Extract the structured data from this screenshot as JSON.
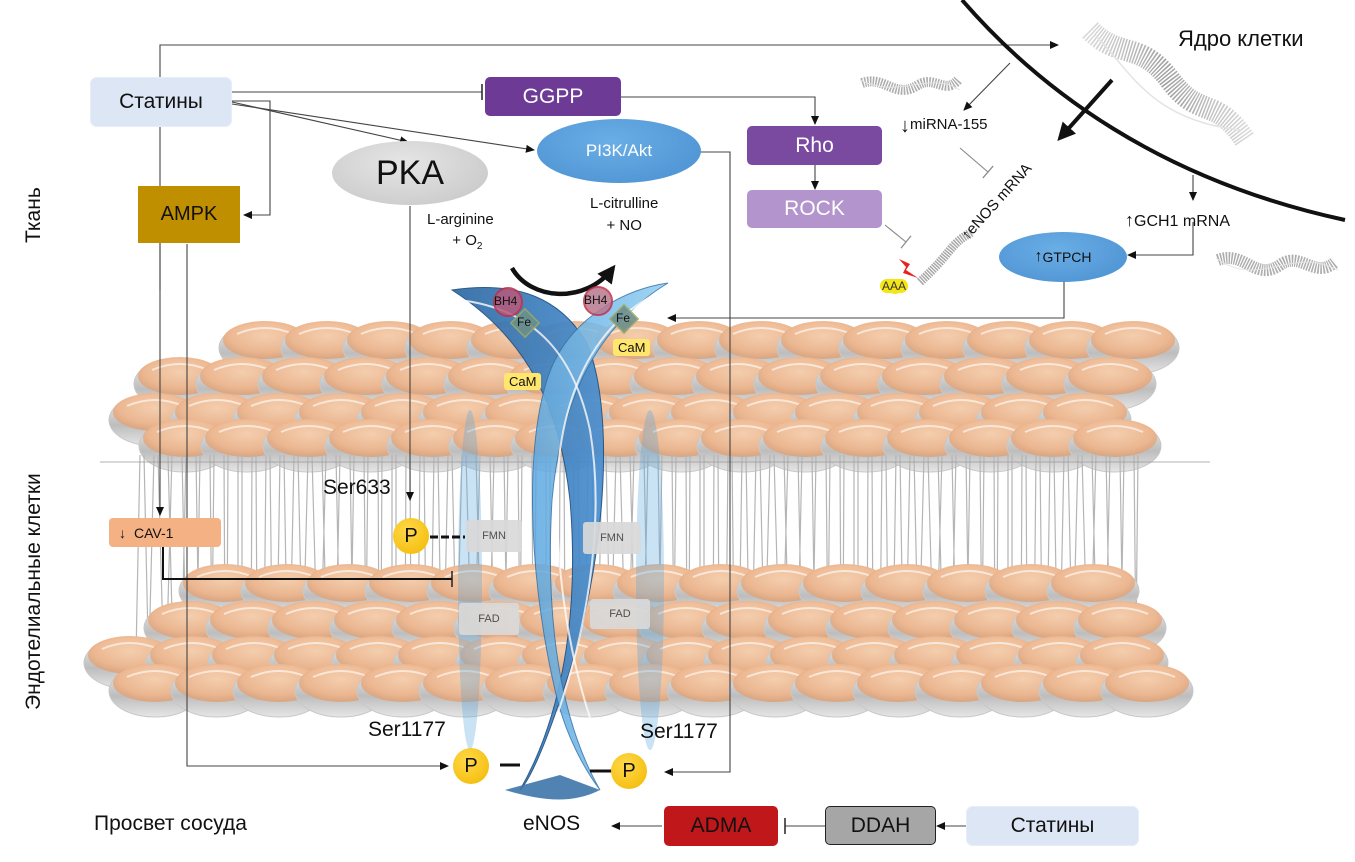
{
  "regions": {
    "tissue": "Ткань",
    "endothelial_cells": "Эндотелиальные клетки",
    "vessel_lumen": "Просвет сосуда",
    "cell_nucleus": "Ядро клетки"
  },
  "nodes": {
    "statins_top": "Статины",
    "ampk": "AMPK",
    "pka": "PKA",
    "ggpp": "GGPP",
    "pi3k_akt": "PI3K/Akt",
    "rho": "Rho",
    "rock": "ROCK",
    "mirna155": "miRNA-155",
    "enos_mrna": "eNOS mRNA",
    "gch1_mrna": "GCH1 mRNA",
    "gtpch": "GTPCH",
    "aaa": "AAA",
    "cav1": "CAV-1",
    "enos": "eNOS",
    "adma": "ADMA",
    "ddah": "DDAH",
    "statins_bottom": "Статины"
  },
  "reaction": {
    "substrate_line1": "L-arginine",
    "substrate_line2": "+ O",
    "substrate_sub": "2",
    "product_line1": "L-citrulline",
    "product_line2": "+ NO"
  },
  "enzyme": {
    "bh4": "BH4",
    "fe": "Fe",
    "cam": "CaM",
    "fmn": "FMN",
    "fad": "FAD",
    "phospho": "P",
    "ser633": "Ser633",
    "ser1177_left": "Ser1177",
    "ser1177_right": "Ser1177"
  },
  "indicators": {
    "down": "↓",
    "up": "↑"
  },
  "colors": {
    "ampk": "#bf8f00",
    "ggpp": "#6d3b96",
    "rho": "#7a4aa0",
    "rock": "#b394cc",
    "pi3k": "#4a8fd0",
    "statins": "#dde6f4",
    "cav1": "#f4b183",
    "adma": "#c0171b",
    "ddah": "#a6a6a6",
    "phosphate": "#f2b800",
    "cam": "#ffe66d",
    "lipid_head": "#f0b98f"
  }
}
